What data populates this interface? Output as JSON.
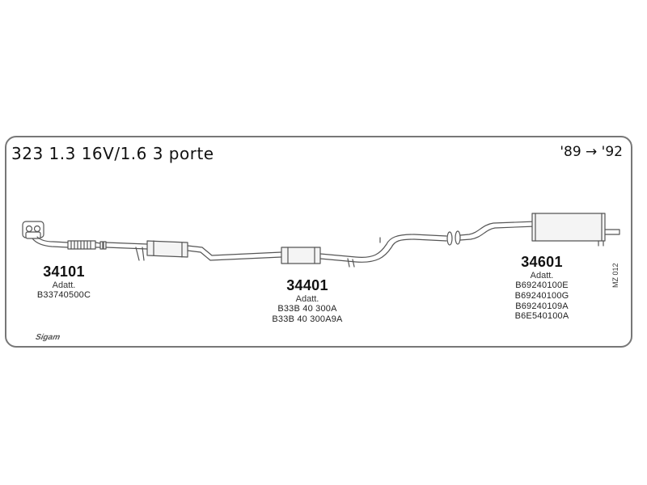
{
  "header": {
    "model": "323 1.3 16V/1.6 3 porte",
    "years": "'89 → '92"
  },
  "parts": [
    {
      "number": "34101",
      "adatt_label": "Adatt.",
      "codes": [
        "B33740500C"
      ]
    },
    {
      "number": "34401",
      "adatt_label": "Adatt.",
      "codes": [
        "B33B 40 300A",
        "B33B 40 300A9A"
      ]
    },
    {
      "number": "34601",
      "adatt_label": "Adatt.",
      "codes": [
        "B69240100E",
        "B69240100G",
        "B69240109A",
        "B6E540100A"
      ]
    }
  ],
  "reference": "MZ 012",
  "brand": "Sigam"
}
